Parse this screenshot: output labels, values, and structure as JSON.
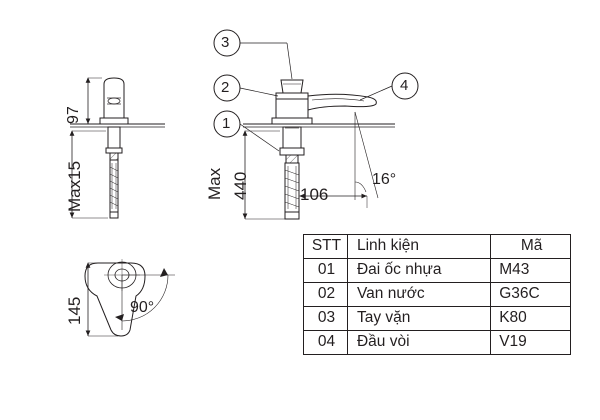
{
  "diagram": {
    "title": "Basin mixer tap technical drawing",
    "colors": {
      "line": "#231f20",
      "fill": "#ffffff",
      "hatch": "#231f20"
    },
    "left_view": {
      "dim_height": "97",
      "dim_max": "Max15"
    },
    "main_view": {
      "dim_max": "Max",
      "dim_length": "440",
      "dim_reach": "106",
      "dim_angle": "16°"
    },
    "top_view": {
      "dim_length": "145",
      "dim_angle": "90°"
    },
    "callouts": [
      {
        "id": "1",
        "label": "1"
      },
      {
        "id": "2",
        "label": "2"
      },
      {
        "id": "3",
        "label": "3"
      },
      {
        "id": "4",
        "label": "4"
      }
    ]
  },
  "parts_table": {
    "headers": [
      "STT",
      "Linh kiện",
      "Mã"
    ],
    "rows": [
      {
        "stt": "01",
        "name": "Đai ốc nhựa",
        "code": "M43"
      },
      {
        "stt": "02",
        "name": "Van nước",
        "code": "G36C"
      },
      {
        "stt": "03",
        "name": "Tay vặn",
        "code": "K80"
      },
      {
        "stt": "04",
        "name": "Đầu vòi",
        "code": "V19"
      }
    ]
  }
}
